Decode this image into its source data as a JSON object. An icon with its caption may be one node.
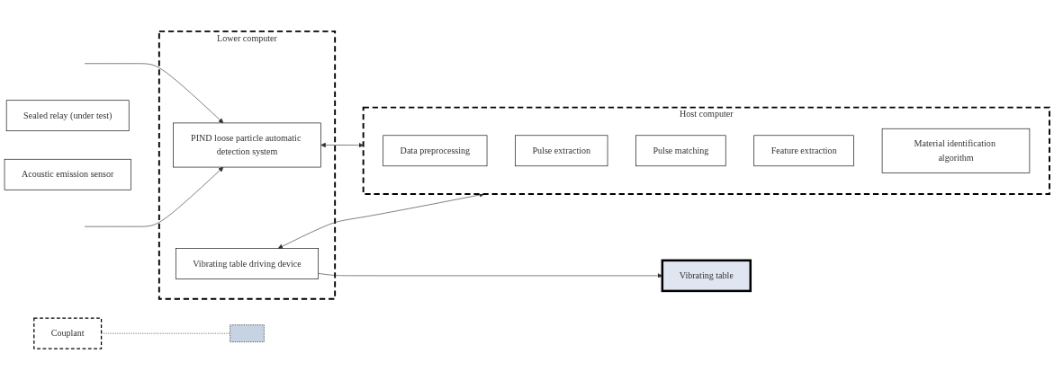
{
  "diagram": {
    "nodes": [
      {
        "text": [
          "Couplant"
        ]
      },
      {
        "text": [],
        "shape": "bar"
      },
      {
        "text": [
          "Sealed relay (under test)"
        ]
      },
      {
        "text": [
          "Acoustic emission sensor"
        ]
      },
      {
        "text": [
          "Vibrating table"
        ]
      },
      {
        "text": [
          "Lower computer"
        ]
      },
      {
        "text": [
          "PIND loose particle automatic detection system"
        ],
        "in": 5
      },
      {
        "text": [
          "Vibrating table driving device"
        ],
        "in": 5
      },
      {
        "text": [
          "Host computer"
        ]
      },
      {
        "text": [
          "Data preprocessing"
        ],
        "in": 8
      },
      {
        "text": [
          "Pulse extraction"
        ],
        "in": 8
      },
      {
        "text": [
          "Pulse matching"
        ],
        "in": 8
      },
      {
        "text": [
          "Feature extraction"
        ],
        "in": 8
      },
      {
        "text": [
          "Material identification algorithm"
        ],
        "in": 8
      }
    ],
    "edges": [
      {
        "from": null,
        "to": 6,
        "arrow": "to"
      },
      {
        "from": null,
        "to": 6,
        "arrow": "to"
      },
      {
        "from": 6,
        "to": 8,
        "arrow": "both"
      },
      {
        "from": 7,
        "to": 8,
        "arrow": "both"
      },
      {
        "from": 7,
        "to": 4,
        "arrow": "to"
      },
      {
        "from": 0,
        "to": 1,
        "arrow": "none",
        "style": "dashed"
      }
    ]
  }
}
